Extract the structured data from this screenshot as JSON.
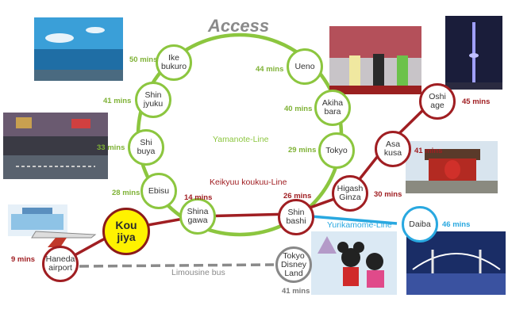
{
  "title": "Access",
  "lines": {
    "yamanote": "Yamanote-Line",
    "keikyuu": "Keikyuu koukuu-Line",
    "yurikamome": "Yurikamome-Line",
    "limousine": "Limousine bus"
  },
  "stations": {
    "ikebukuro": {
      "name": "Ike\nbukuro",
      "mins": "50 mins"
    },
    "shinjyuku": {
      "name": "Shin\njyuku",
      "mins": "41 mins"
    },
    "shibuya": {
      "name": "Shi\nbuya",
      "mins": "33 mins"
    },
    "ebisu": {
      "name": "Ebisu",
      "mins": "28 mins"
    },
    "shinagawa": {
      "name": "Shina\ngawa",
      "mins": "14 mins"
    },
    "ueno": {
      "name": "Ueno",
      "mins": "44 mins"
    },
    "akihabara": {
      "name": "Akiha\nbara",
      "mins": "40 mins"
    },
    "tokyo": {
      "name": "Tokyo",
      "mins": "29 mins"
    },
    "shinbashi": {
      "name": "Shin\nbashi",
      "mins": "26 mins"
    },
    "higashiginza": {
      "name": "Higash\nGinza",
      "mins": "30 mins"
    },
    "asakusa": {
      "name": "Asa\nkusa",
      "mins": "41 mins"
    },
    "oshiage": {
      "name": "Oshi\nage",
      "mins": "45 mins"
    },
    "daiba": {
      "name": "Daiba",
      "mins": "46 mins"
    },
    "disneyland": {
      "name": "Tokyo\nDisney\nLand",
      "mins": "41 mins"
    },
    "haneda": {
      "name": "Haneda\nairport",
      "mins": "9 mins"
    },
    "koujiya": {
      "name": "Kou\njiya"
    }
  },
  "colors": {
    "yamanote": "#8cc63f",
    "keikyuu": "#a01e22",
    "yurikamome": "#29a8e0",
    "limousine": "#888888",
    "home": "#fff200"
  }
}
